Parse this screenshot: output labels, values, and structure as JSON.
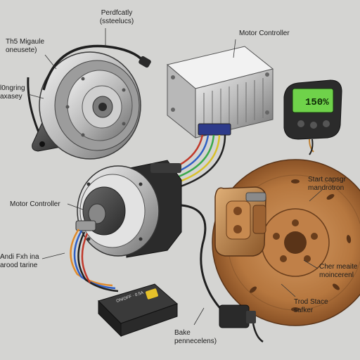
{
  "labels": {
    "top_center": [
      "Perdfcatly",
      "(ssteelucs)"
    ],
    "left_top": [
      "Th5 Migaule",
      "oneusete)"
    ],
    "left_mid": [
      "l0ngring",
      "axasey"
    ],
    "motor_controller_top": "Motor Controller",
    "start_caps": [
      "Start capsgr",
      "mandrotron"
    ],
    "motor_controller_left": "Motor Controller",
    "andi": [
      "Andi Fxh ina",
      "arood tarine"
    ],
    "cher": [
      "Cher meaite",
      "moincerenl"
    ],
    "trod": [
      "Trod Stace",
      "safker"
    ],
    "bake": [
      "Bake",
      "pennecelens)"
    ]
  },
  "display": {
    "reading": "150%"
  },
  "colors": {
    "background": "#d4d4d2",
    "copper": "#b0703c",
    "lcd_green": "#6fd24a",
    "wire_red": "#c0392b",
    "wire_blue": "#2f5fc4",
    "wire_green": "#3aa84a",
    "wire_orange": "#e08a2a",
    "wire_yellow": "#d8c02a"
  }
}
